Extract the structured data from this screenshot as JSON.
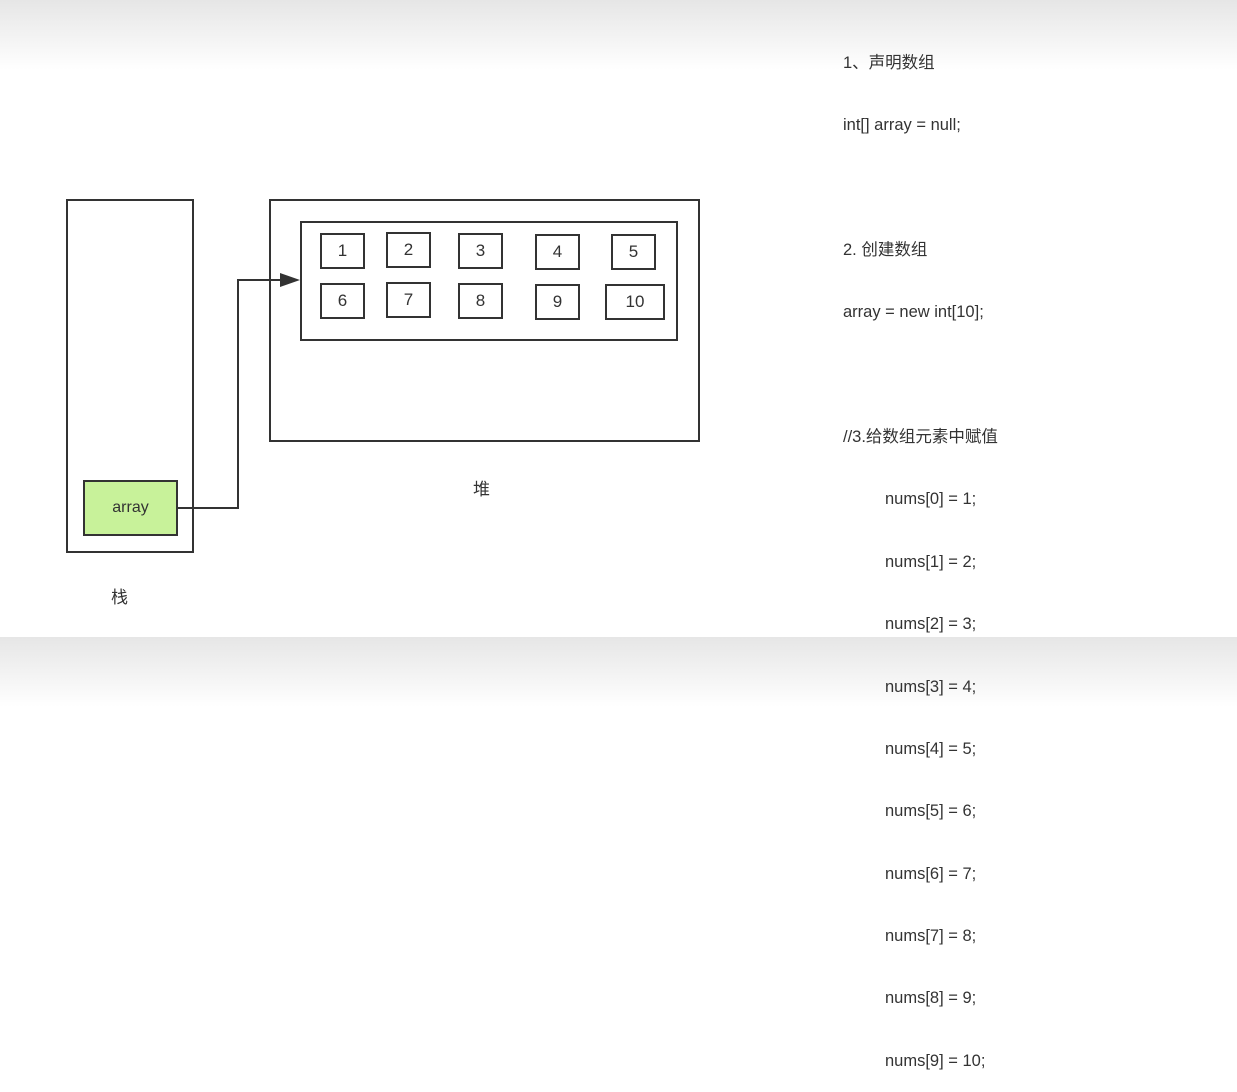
{
  "diagram": {
    "stack": {
      "label": "栈",
      "variable": "array",
      "variable_color": "#c8f29a"
    },
    "heap": {
      "label": "堆",
      "array_cells": [
        "1",
        "2",
        "3",
        "4",
        "5",
        "6",
        "7",
        "8",
        "9",
        "10"
      ]
    },
    "pointer": {
      "from": "array",
      "to": "heap-array"
    }
  },
  "code": {
    "step1_title": "1、声明数组",
    "step1_code": "int[] array = null;",
    "step2_title": "2. 创建数组",
    "step2_code": "array = new int[10];",
    "step3_title": "//3.给数组元素中赋值",
    "assignments": [
      "nums[0] = 1;",
      "nums[1] = 2;",
      "nums[2] = 3;",
      "nums[3] = 4;",
      "nums[4] = 5;",
      "nums[5] = 6;",
      "nums[6] = 7;",
      "nums[7] = 8;",
      "nums[8] = 9;",
      "nums[9] = 10;"
    ]
  }
}
